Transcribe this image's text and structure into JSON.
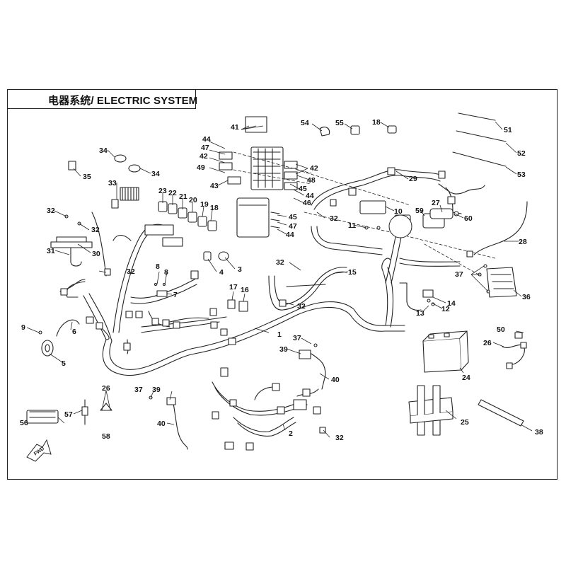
{
  "title": "电器系统/ ELECTRIC SYSTEM",
  "fwd_label": "FWD",
  "callouts": [
    "1",
    "2",
    "3",
    "4",
    "5",
    "6",
    "7",
    "8",
    "9",
    "10",
    "11",
    "12",
    "13",
    "14",
    "15",
    "16",
    "17",
    "18",
    "19",
    "20",
    "21",
    "22",
    "23",
    "24",
    "25",
    "26",
    "27",
    "28",
    "29",
    "30",
    "31",
    "32",
    "33",
    "34",
    "35",
    "36",
    "37",
    "38",
    "39",
    "40",
    "41",
    "42",
    "43",
    "44",
    "45",
    "46",
    "47",
    "48",
    "49",
    "50",
    "51",
    "52",
    "53",
    "54",
    "55",
    "56",
    "57",
    "58",
    "59",
    "60"
  ]
}
